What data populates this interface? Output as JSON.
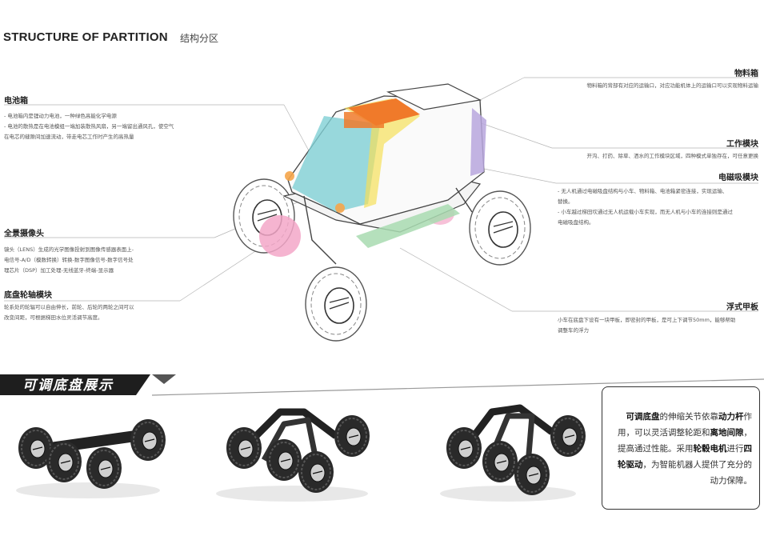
{
  "header": {
    "title": "STRUCTURE OF PARTITION",
    "subtitle": "结构分区"
  },
  "left": {
    "battery": {
      "title": "电池箱",
      "lines": [
        "- 电池箱内是锂动力电池，一种绿色高能化学电源",
        "- 电池的散热是在电池模组一端加装散热风扇，另一端留出通风孔，使空气",
        "在电芯的缝隙间加速流动，带走电芯工作时产生的高热量"
      ]
    },
    "camera": {
      "title": "全景摄像头",
      "lines": [
        "镜头（LENS）生成的光学图像投射到图像传感器表面上-",
        "电信号-A/D（模数转换）转换-数字图像信号-数字信号处",
        "理芯片（DSP）加工处理-无线蓝牙-终端-显示器"
      ]
    },
    "chassis": {
      "title": "底盘轮轴模块",
      "lines": [
        "轮系处的轮辐可以自由伸长，前轮、后轮的两轮之间可以",
        "改变间距，可根据梯田水位灵活调节高度。"
      ]
    }
  },
  "right": {
    "material": {
      "title": "物料箱",
      "lines": [
        "物料箱的背部有对应的运输口，对应功能机体上的运输口可以实现物料运输"
      ]
    },
    "work": {
      "title": "工作模块",
      "lines": [
        "开沟、打药、除草、洒水的工作模块区域，四种模式单独存在，可任意更换"
      ]
    },
    "magnet": {
      "title": "电磁吸模块",
      "lines": [
        "- 无人机通过电磁吸盘结构与小车、物料箱、电池箱紧密连接，实现运输、",
        "替换。",
        "- 小车越过梯田坎通过无人机运载小车实现，而无人机与小车的连接则是通过",
        "电磁吸盘结构。"
      ]
    },
    "float": {
      "title": "浮式甲板",
      "lines": [
        "小车在底盘下设有一块甲板，即密封的甲板，是可上下调节50mm，能够帮助",
        "调整车的浮力"
      ]
    }
  },
  "banner": {
    "label": "可调底盘展示"
  },
  "note": {
    "p1": "可调底盘",
    "p2": "的伸缩关节依靠",
    "p3": "动力杆",
    "p4": "作用，可以灵活调整轮距和",
    "p5": "离地间隙",
    "p6": "，提高通过性能。采用",
    "p7": "轮毂电机",
    "p8": "进行",
    "p9": "四轮驱动",
    "p10": "，为智能机器人提供了充分的动力保障。"
  },
  "colors": {
    "battery": "#7fcfd4",
    "material": "#f07a2a",
    "work_yellow": "#f5e05a",
    "magnet_purple": "#b7a6dd",
    "camera_pink": "#f3a7c8",
    "float_green": "#a8dbb0",
    "banner_dark": "#1e1e1e"
  }
}
